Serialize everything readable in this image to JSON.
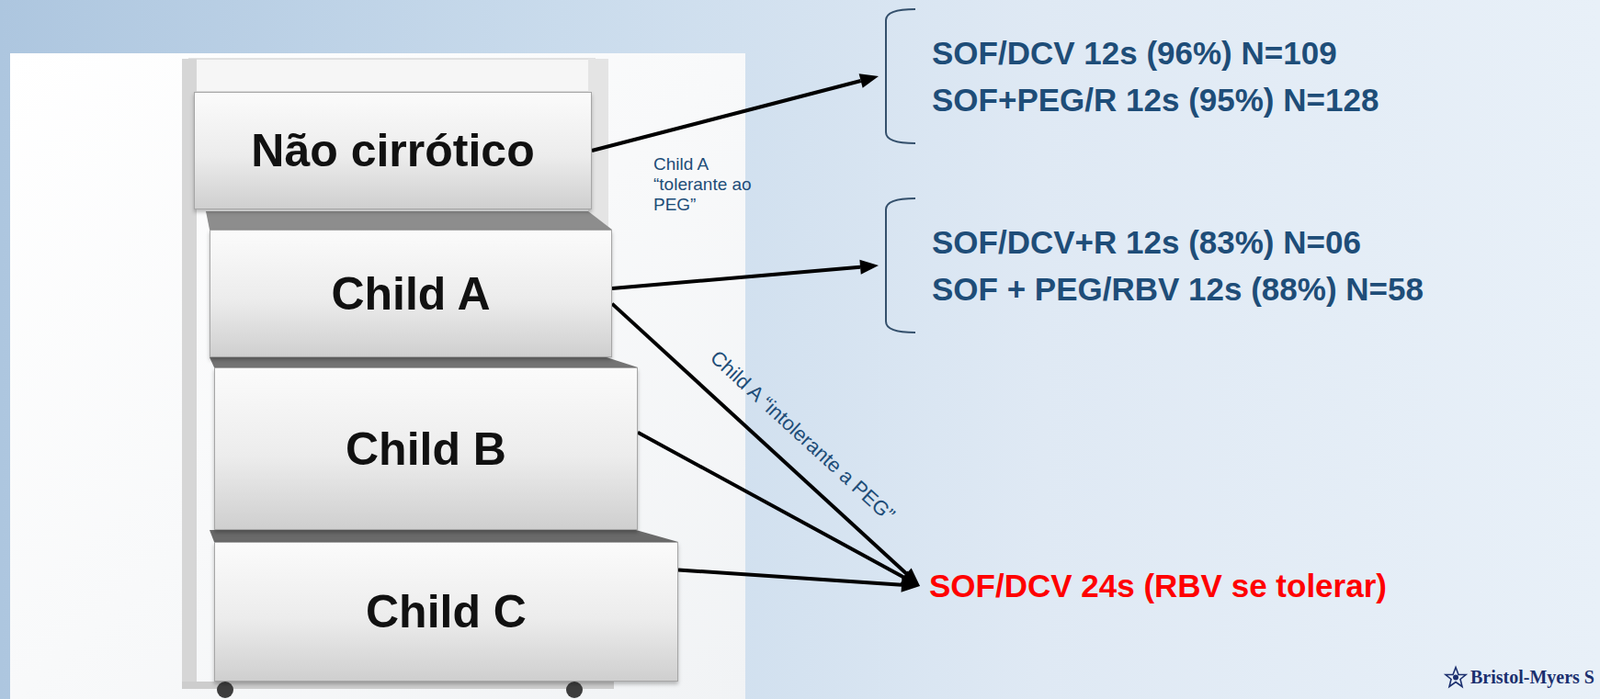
{
  "diagram": {
    "nodes": [
      {
        "text": [
          "Não cirrótico"
        ]
      },
      {
        "text": [
          "Child A"
        ]
      },
      {
        "text": [
          "Child B"
        ]
      },
      {
        "text": [
          "Child C"
        ]
      },
      {
        "text": [
          "SOF/DCV 12s (96%) N=109",
          "SOF+PEG/R 12s (95%) N=128"
        ]
      },
      {
        "text": [
          "SOF/DCV+R 12s (83%) N=06",
          "SOF + PEG/RBV 12s (88%) N=58"
        ]
      },
      {
        "text": [
          "SOF/DCV 24s (RBV se tolerar)"
        ]
      }
    ],
    "edges": [
      {
        "from": 0,
        "to": 4,
        "arrow": "to"
      },
      {
        "from": 1,
        "to": 5,
        "arrow": "to",
        "label": "Child A “tolerante ao PEG”"
      },
      {
        "from": 1,
        "to": 6,
        "arrow": "to",
        "label": "Child A “intolerante a PEG”"
      },
      {
        "from": 2,
        "to": 6,
        "arrow": "to"
      },
      {
        "from": 3,
        "to": 6,
        "arrow": "to"
      }
    ],
    "labels": [
      "Bristol-Myers S"
    ]
  }
}
